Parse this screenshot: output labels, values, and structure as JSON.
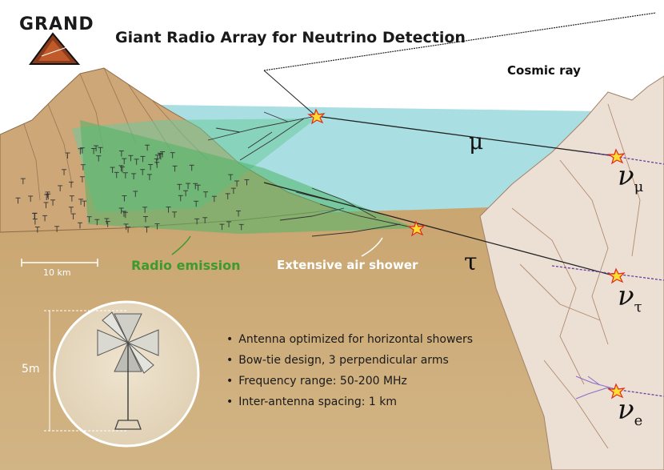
{
  "title": "Giant Radio Array for Neutrino Detection",
  "logo": {
    "text": "GRAND",
    "icon": "grand-triangle-logo"
  },
  "labels": {
    "cosmic_ray": "Cosmic ray",
    "muon": "μ",
    "tau": "τ",
    "nu_mu": {
      "symbol": "ν",
      "sub": "μ"
    },
    "nu_tau": {
      "symbol": "ν",
      "sub": "τ"
    },
    "nu_e": {
      "symbol": "ν",
      "sub": "e"
    },
    "radio_emission": "Radio emission",
    "air_shower": "Extensive air shower",
    "scale_bar": "10 km",
    "antenna_height": "5m"
  },
  "bullets": [
    "Antenna optimized for horizontal showers",
    "Bow-tie design, 3 perpendicular arms",
    "Frequency range: 50-200 MHz",
    "Inter-antenna spacing: 1 km"
  ],
  "colors": {
    "sky": "#a7dfe3",
    "ground": "#cfae7c",
    "radio_green": "#3e9a2c",
    "mountain_right": "#eadbd0",
    "antenna_circle": "#e8dcc6"
  }
}
